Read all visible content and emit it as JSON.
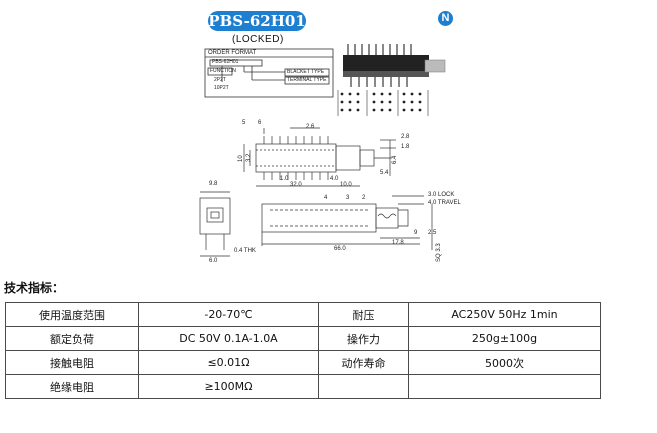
{
  "header": {
    "model": "PBS-62H01",
    "subtitle": "(LOCKED)",
    "logo_letter": "N",
    "brand_color": "#1e7fd0"
  },
  "order_format": {
    "title": "ORDER FORMAT",
    "code": "PBS-62H01",
    "function_label": "FUNCTION",
    "function_options": [
      "2P2T",
      "10P2T"
    ],
    "bracket_type": "BLACKET TYPE",
    "terminal_type": "TERMINAL TYPE"
  },
  "dimensions": {
    "pin_refs": [
      "5",
      "6"
    ],
    "pitch": "2.6",
    "d_2_8": "2.8",
    "d_1_8": "1.8",
    "d_10": "10",
    "d_3_2": "3.2",
    "d_6_4": "6.4",
    "d_1_0": "1.0",
    "d_4_0": "4.0",
    "d_5_4": "5.4",
    "d_32_0": "32.0",
    "d_10_0": "10.0",
    "d_9_8": "9.8",
    "d_4_side": "4",
    "d_3_side": "3",
    "d_2_side": "2",
    "lock": "3.0 LOCK",
    "travel": "4.0 TRAVEL",
    "d_9": "9",
    "d_2_5": "2.5",
    "d_17_8": "17.8",
    "d_66_0": "66.0",
    "thk": "0.4 THK",
    "d_6_0": "6.0",
    "sq": "SQ 3.3"
  },
  "specs": {
    "title": "技术指标：",
    "rows": [
      [
        "使用温度范围",
        "-20-70℃",
        "耐压",
        "AC250V 50Hz 1min"
      ],
      [
        "额定负荷",
        "DC 50V 0.1A-1.0A",
        "操作力",
        "250g±100g"
      ],
      [
        "接触电阻",
        "≤0.01Ω",
        "动作寿命",
        "5000次"
      ],
      [
        "绝缘电阻",
        "≥100MΩ",
        "",
        ""
      ]
    ]
  }
}
